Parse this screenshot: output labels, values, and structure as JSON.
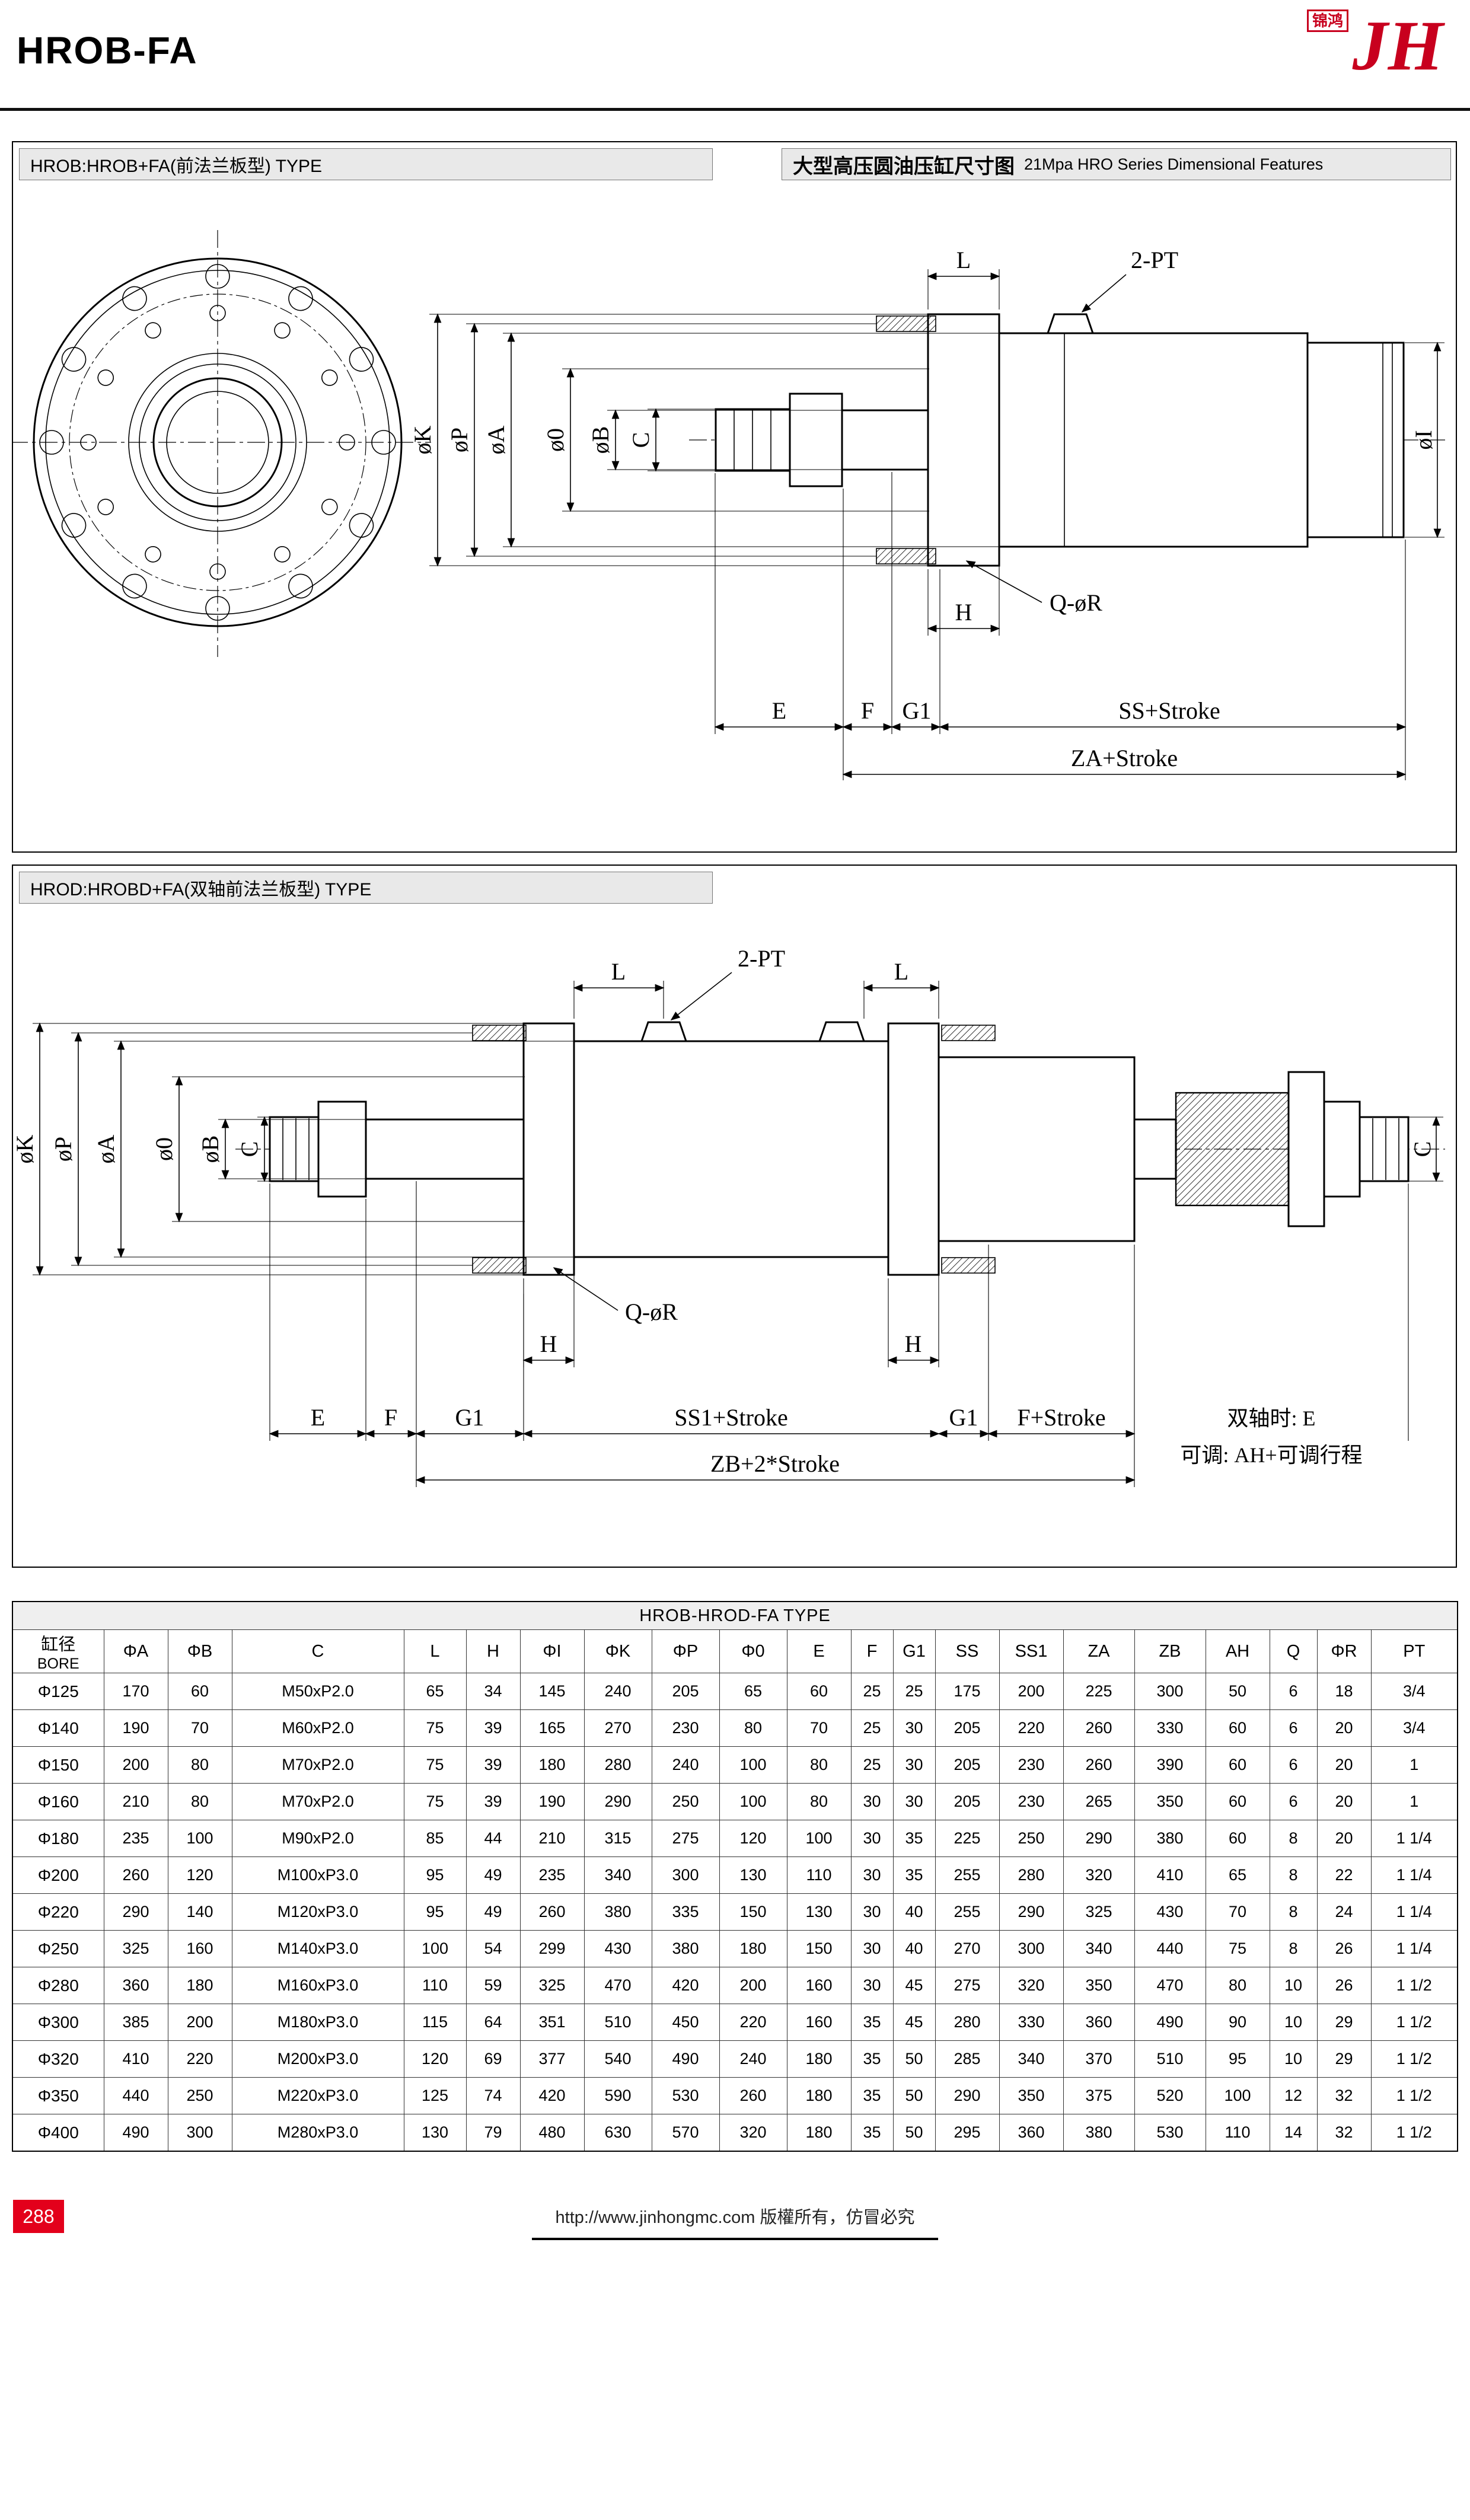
{
  "page": {
    "title": "HROB-FA",
    "logo_text": "JH",
    "logo_sub": "锦鸿",
    "page_number": "288",
    "footer_text": "http://www.jinhongmc.com 版權所有，仿冒必究",
    "accent_red": "#c8001e"
  },
  "section1": {
    "left_header": "HROB:HROB+FA(前法兰板型) TYPE",
    "right_header_cn": "大型高压圆油压缸尺寸图",
    "right_header_en": "21Mpa HRO Series Dimensional Features",
    "labels": {
      "L": "L",
      "pt": "2-PT",
      "k": "øK",
      "p": "øP",
      "a": "øA",
      "o": "ø0",
      "b": "øB",
      "c": "C",
      "i": "øI",
      "qr": "Q-øR",
      "h": "H",
      "e": "E",
      "f": "F",
      "g1": "G1",
      "ss": "SS+Stroke",
      "za": "ZA+Stroke"
    }
  },
  "section2": {
    "header": "HROD:HROBD+FA(双轴前法兰板型) TYPE",
    "labels": {
      "l1": "L",
      "l2": "L",
      "pt": "2-PT",
      "k": "øK",
      "p": "øP",
      "a": "øA",
      "o": "ø0",
      "b": "øB",
      "c_left": "C",
      "c_right": "C",
      "qr": "Q-øR",
      "h1": "H",
      "h2": "H",
      "e": "E",
      "f": "F",
      "g1a": "G1",
      "ss1": "SS1+Stroke",
      "g1b": "G1",
      "f_stroke": "F+Stroke",
      "dual_e": "双轴时: E",
      "adjustable": "可调: AH+可调行程",
      "zb": "ZB+2*Stroke"
    }
  },
  "table": {
    "title": "HROB-HROD-FA  TYPE",
    "bore_cn": "缸径",
    "bore_en": "BORE",
    "columns": [
      "ΦA",
      "ΦB",
      "C",
      "L",
      "H",
      "ΦI",
      "ΦK",
      "ΦP",
      "Φ0",
      "E",
      "F",
      "G1",
      "SS",
      "SS1",
      "ZA",
      "ZB",
      "AH",
      "Q",
      "ΦR",
      "PT"
    ],
    "rows": [
      [
        "Φ125",
        170,
        60,
        "M50xP2.0",
        65,
        34,
        145,
        240,
        205,
        65,
        60,
        25,
        25,
        175,
        200,
        225,
        300,
        50,
        6,
        18,
        "3/4"
      ],
      [
        "Φ140",
        190,
        70,
        "M60xP2.0",
        75,
        39,
        165,
        270,
        230,
        80,
        70,
        25,
        30,
        205,
        220,
        260,
        330,
        60,
        6,
        20,
        "3/4"
      ],
      [
        "Φ150",
        200,
        80,
        "M70xP2.0",
        75,
        39,
        180,
        280,
        240,
        100,
        80,
        25,
        30,
        205,
        230,
        260,
        390,
        60,
        6,
        20,
        "1"
      ],
      [
        "Φ160",
        210,
        80,
        "M70xP2.0",
        75,
        39,
        190,
        290,
        250,
        100,
        80,
        30,
        30,
        205,
        230,
        265,
        350,
        60,
        6,
        20,
        "1"
      ],
      [
        "Φ180",
        235,
        100,
        "M90xP2.0",
        85,
        44,
        210,
        315,
        275,
        120,
        100,
        30,
        35,
        225,
        250,
        290,
        380,
        60,
        8,
        20,
        "1 1/4"
      ],
      [
        "Φ200",
        260,
        120,
        "M100xP3.0",
        95,
        49,
        235,
        340,
        300,
        130,
        110,
        30,
        35,
        255,
        280,
        320,
        410,
        65,
        8,
        22,
        "1 1/4"
      ],
      [
        "Φ220",
        290,
        140,
        "M120xP3.0",
        95,
        49,
        260,
        380,
        335,
        150,
        130,
        30,
        40,
        255,
        290,
        325,
        430,
        70,
        8,
        24,
        "1 1/4"
      ],
      [
        "Φ250",
        325,
        160,
        "M140xP3.0",
        100,
        54,
        299,
        430,
        380,
        180,
        150,
        30,
        40,
        270,
        300,
        340,
        440,
        75,
        8,
        26,
        "1 1/4"
      ],
      [
        "Φ280",
        360,
        180,
        "M160xP3.0",
        110,
        59,
        325,
        470,
        420,
        200,
        160,
        30,
        45,
        275,
        320,
        350,
        470,
        80,
        10,
        26,
        "1 1/2"
      ],
      [
        "Φ300",
        385,
        200,
        "M180xP3.0",
        115,
        64,
        351,
        510,
        450,
        220,
        160,
        35,
        45,
        280,
        330,
        360,
        490,
        90,
        10,
        29,
        "1 1/2"
      ],
      [
        "Φ320",
        410,
        220,
        "M200xP3.0",
        120,
        69,
        377,
        540,
        490,
        240,
        180,
        35,
        50,
        285,
        340,
        370,
        510,
        95,
        10,
        29,
        "1 1/2"
      ],
      [
        "Φ350",
        440,
        250,
        "M220xP3.0",
        125,
        74,
        420,
        590,
        530,
        260,
        180,
        35,
        50,
        290,
        350,
        375,
        520,
        100,
        12,
        32,
        "1 1/2"
      ],
      [
        "Φ400",
        490,
        300,
        "M280xP3.0",
        130,
        79,
        480,
        630,
        570,
        320,
        180,
        35,
        50,
        295,
        360,
        380,
        530,
        110,
        14,
        32,
        "1 1/2"
      ]
    ]
  }
}
